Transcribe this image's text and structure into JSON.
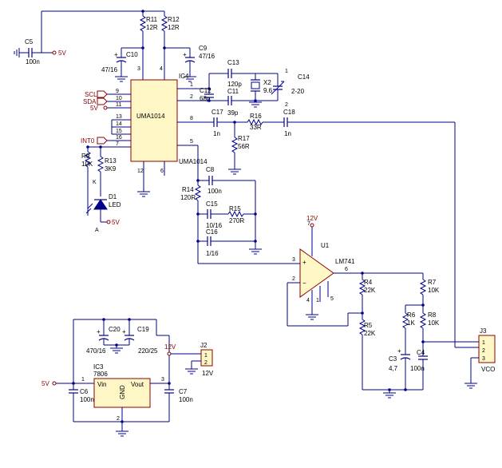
{
  "ics": {
    "uma": {
      "ref": "IC4",
      "name": "UMA1014",
      "name2": "UMA1014",
      "left_pins": [
        "9",
        "10",
        "11",
        "13",
        "14",
        "15",
        "16",
        "7"
      ],
      "right_pins": [
        "1",
        "2",
        "8",
        "5"
      ],
      "top_pins": [
        "3",
        "4"
      ],
      "bottom_pins": [
        "12",
        "6"
      ]
    },
    "opamp": {
      "ref": "U1",
      "name": "LM741",
      "pins": [
        "7",
        "3",
        "2",
        "4",
        "1",
        "5",
        "6"
      ]
    },
    "reg": {
      "ref": "IC3",
      "name": "7806",
      "vin": "Vin",
      "vout": "Vout",
      "gnd": "GND",
      "pins": [
        "1",
        "3",
        "2"
      ]
    }
  },
  "resistors": {
    "r11": {
      "ref": "R11",
      "value": "12R"
    },
    "r12": {
      "ref": "R12",
      "value": "12R"
    },
    "r16": {
      "ref": "R16",
      "value": "33R"
    },
    "r17": {
      "ref": "R17",
      "value": "56R"
    },
    "r9": {
      "ref": "R9",
      "value": "10K"
    },
    "r13": {
      "ref": "R13",
      "value": "3K9"
    },
    "r14": {
      "ref": "R14",
      "value": "120R"
    },
    "r15": {
      "ref": "R15",
      "value": "270R"
    },
    "r4": {
      "ref": "R4",
      "value": "22K"
    },
    "r5": {
      "ref": "R5",
      "value": "22K"
    },
    "r7": {
      "ref": "R7",
      "value": "10K"
    },
    "r6": {
      "ref": "R6",
      "value": "1K"
    },
    "r8": {
      "ref": "R8",
      "value": "10K"
    }
  },
  "capacitors": {
    "c5": {
      "ref": "C5",
      "value": "100n"
    },
    "c10": {
      "ref": "C10",
      "value": "47/16"
    },
    "c9": {
      "ref": "C9",
      "value": "47/16"
    },
    "c13": {
      "ref": "C13",
      "value": "120p"
    },
    "c12": {
      "ref": "C12",
      "value": "68p"
    },
    "c11": {
      "ref": "C11",
      "value": "39p"
    },
    "c14": {
      "ref": "C14",
      "value": "2-20"
    },
    "c17": {
      "ref": "C17",
      "value": "1n"
    },
    "c18": {
      "ref": "C18",
      "value": "1n"
    },
    "c8": {
      "ref": "C8",
      "value": "100n"
    },
    "c15": {
      "ref": "C15",
      "value": "10/16"
    },
    "c16": {
      "ref": "C16",
      "value": "1/16"
    },
    "c20": {
      "ref": "C20",
      "value": "470/16"
    },
    "c19": {
      "ref": "C19",
      "value": "220/25"
    },
    "c6": {
      "ref": "C6",
      "value": "100n"
    },
    "c7": {
      "ref": "C7",
      "value": "100n"
    },
    "c3": {
      "ref": "C3",
      "value": "4,7"
    },
    "c4": {
      "ref": "C4",
      "value": "100n"
    }
  },
  "crystal": {
    "ref": "X2",
    "value": "9.6"
  },
  "diode": {
    "ref": "D1",
    "value": "LED",
    "k": "K",
    "a": "A"
  },
  "connectors": {
    "j2": {
      "ref": "J2",
      "pins": [
        "1",
        "2"
      ],
      "label": "12V"
    },
    "j3": {
      "ref": "J3",
      "pins": [
        "1",
        "2",
        "3"
      ],
      "label": "VCO"
    }
  },
  "nets": {
    "scl": "SCL",
    "sda": "SDA",
    "v5_pin11": "5V",
    "int0": "INT0",
    "v5_top": "5V",
    "v5_led": "5V",
    "v12_op": "12V",
    "v12_reg": "12V",
    "v5_reg": "5V"
  },
  "colors": {
    "wire": "#00008b",
    "ic_fill": "#fff8c6",
    "ic_border": "#8b0000",
    "power": "#8b0000"
  }
}
